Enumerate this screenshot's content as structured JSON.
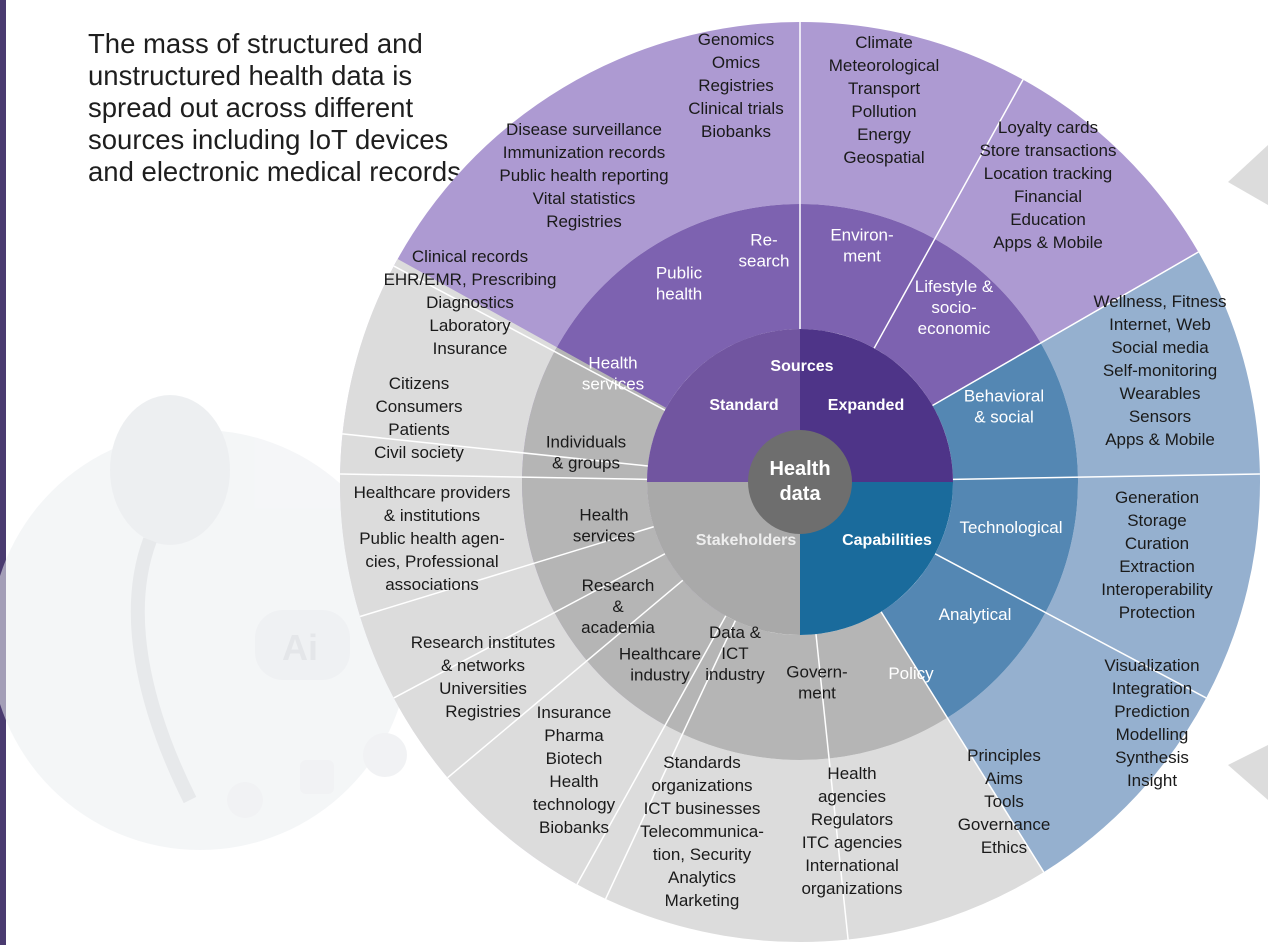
{
  "intro_text": "The mass of structured and unstructured health data is spread out across different sources including IoT devices and electronic medical records",
  "center_label": [
    "Health",
    "data"
  ],
  "quadrants": [
    {
      "id": "standard-sources",
      "label": "Standard",
      "color": "#7155a0"
    },
    {
      "id": "expanded-sources",
      "label": "Expanded",
      "color": "#4e3488"
    },
    {
      "id": "capabilities",
      "label": "Capabilities",
      "color": "#1a6b9c"
    },
    {
      "id": "stakeholders",
      "label": "Stakeholders",
      "color": "#a9a9a9"
    }
  ],
  "sources_label": "Sources",
  "segments": [
    {
      "id": "health-services-src",
      "middle": [
        "Health",
        "services"
      ],
      "outer": [
        "Clinical records",
        "EHR/EMR, Prescribing",
        "Diagnostics",
        "Laboratory",
        "Insurance"
      ],
      "mid_color": "#a48fc7",
      "outer_color": "#d9d0e8",
      "mid_text": "#ffffff"
    },
    {
      "id": "public-health",
      "middle": [
        "Public",
        "health"
      ],
      "outer": [
        "Disease surveillance",
        "Immunization records",
        "Public health reporting",
        "Vital statistics",
        "Registries"
      ],
      "mid_color": "#a48fc7",
      "outer_color": "#d9d0e8",
      "mid_text": "#ffffff"
    },
    {
      "id": "research",
      "middle": [
        "Re-",
        "search"
      ],
      "outer": [
        "Genomics",
        "Omics",
        "Registries",
        "Clinical trials",
        "Biobanks"
      ],
      "mid_color": "#a48fc7",
      "outer_color": "#d9d0e8",
      "mid_text": "#ffffff"
    },
    {
      "id": "environment",
      "middle": [
        "Environ-",
        "ment"
      ],
      "outer": [
        "Climate",
        "Meteorological",
        "Transport",
        "Pollution",
        "Energy",
        "Geospatial"
      ],
      "mid_color": "#7d62b0",
      "outer_color": "#ad9ad2",
      "mid_text": "#ffffff"
    },
    {
      "id": "lifestyle",
      "middle": [
        "Lifestyle &",
        "socio-",
        "economic"
      ],
      "outer": [
        "Loyalty cards",
        "Store transactions",
        "Location tracking",
        "Financial",
        "Education",
        "Apps & Mobile"
      ],
      "mid_color": "#7d62b0",
      "outer_color": "#ad9ad2",
      "mid_text": "#ffffff"
    },
    {
      "id": "behavioral",
      "middle": [
        "Behavioral",
        "& social"
      ],
      "outer": [
        "Wellness, Fitness",
        "Internet, Web",
        "Social media",
        "Self-monitoring",
        "Wearables",
        "Sensors",
        "Apps & Mobile"
      ],
      "mid_color": "#7d62b0",
      "outer_color": "#ad9ad2",
      "mid_text": "#ffffff"
    },
    {
      "id": "technological",
      "middle": [
        "Technological"
      ],
      "outer": [
        "Generation",
        "Storage",
        "Curation",
        "Extraction",
        "Interoperability",
        "Protection"
      ],
      "mid_color": "#5487b3",
      "outer_color": "#95b0cf",
      "mid_text": "#ffffff"
    },
    {
      "id": "analytical",
      "middle": [
        "Analytical"
      ],
      "outer": [
        "Visualization",
        "Integration",
        "Prediction",
        "Modelling",
        "Synthesis",
        "Insight"
      ],
      "mid_color": "#5487b3",
      "outer_color": "#95b0cf",
      "mid_text": "#ffffff"
    },
    {
      "id": "policy",
      "middle": [
        "Policy"
      ],
      "outer": [
        "Principles",
        "Aims",
        "Tools",
        "Governance",
        "Ethics"
      ],
      "mid_color": "#5487b3",
      "outer_color": "#95b0cf",
      "mid_text": "#ffffff"
    },
    {
      "id": "government",
      "middle": [
        "Govern-",
        "ment"
      ],
      "outer": [
        "Health",
        "agencies",
        "Regulators",
        "ITC agencies",
        "International",
        "organizations"
      ],
      "mid_color": "#b5b5b5",
      "outer_color": "#dcdcdc",
      "mid_text": "#1a1a1a"
    },
    {
      "id": "data-ict",
      "middle": [
        "Data &",
        "ICT",
        "industry"
      ],
      "outer": [
        "Standards",
        "organizations",
        "ICT businesses",
        "Telecommunica-",
        "tion, Security",
        "Analytics",
        "Marketing"
      ],
      "mid_color": "#b5b5b5",
      "outer_color": "#dcdcdc",
      "mid_text": "#1a1a1a"
    },
    {
      "id": "healthcare-industry",
      "middle": [
        "Healthcare",
        "industry"
      ],
      "outer": [
        "Insurance",
        "Pharma",
        "Biotech",
        "Health",
        "technology",
        "Biobanks"
      ],
      "mid_color": "#b5b5b5",
      "outer_color": "#dcdcdc",
      "mid_text": "#1a1a1a"
    },
    {
      "id": "research-academia",
      "middle": [
        "Research",
        "&",
        "academia"
      ],
      "outer": [
        "Research institutes",
        "& networks",
        "Universities",
        "Registries"
      ],
      "mid_color": "#b5b5b5",
      "outer_color": "#dcdcdc",
      "mid_text": "#1a1a1a"
    },
    {
      "id": "health-services-stk",
      "middle": [
        "Health",
        "services"
      ],
      "outer": [
        "Healthcare providers",
        "& institutions",
        "Public health agen-",
        "cies, Professional",
        "associations"
      ],
      "mid_color": "#b5b5b5",
      "outer_color": "#dcdcdc",
      "mid_text": "#1a1a1a"
    },
    {
      "id": "individuals",
      "middle": [
        "Individuals",
        "& groups"
      ],
      "outer": [
        "Citizens",
        "Consumers",
        "Patients",
        "Civil society"
      ],
      "mid_color": "#b5b5b5",
      "outer_color": "#dcdcdc",
      "mid_text": "#1a1a1a"
    }
  ]
}
